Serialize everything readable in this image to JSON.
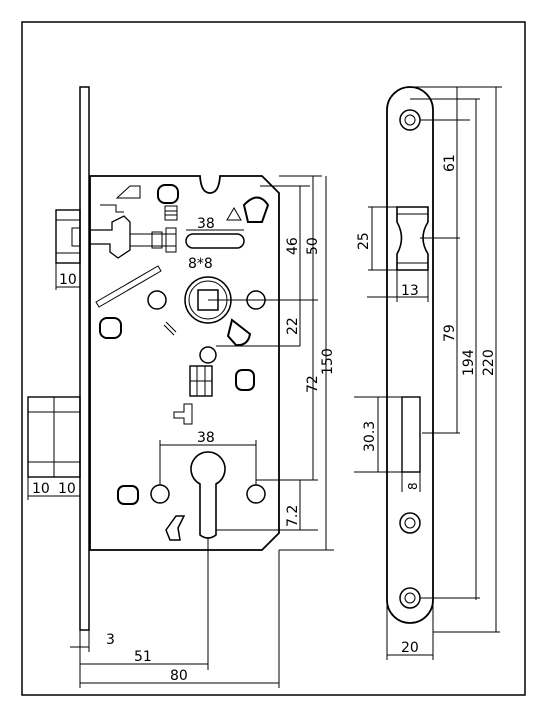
{
  "lock_body": {
    "dims": {
      "backset_face": "3",
      "spindle_offset": "51",
      "total_width": "80",
      "latch_len": "10",
      "deadbolt_a": "10",
      "deadbolt_b": "10",
      "strike_gap": "38",
      "spindle_square": "8*8",
      "h46": "46",
      "h50": "50",
      "h22": "22",
      "h72": "72",
      "h150": "150",
      "cyl_spacing": "38",
      "cyl_offset": "7.2"
    }
  },
  "strike_plate": {
    "dims": {
      "h61": "61",
      "latch_h": "25",
      "latch_w": "13",
      "h79": "79",
      "h194": "194",
      "h220": "220",
      "bolt_h": "30.3",
      "bolt_w": "8",
      "width": "20"
    }
  }
}
